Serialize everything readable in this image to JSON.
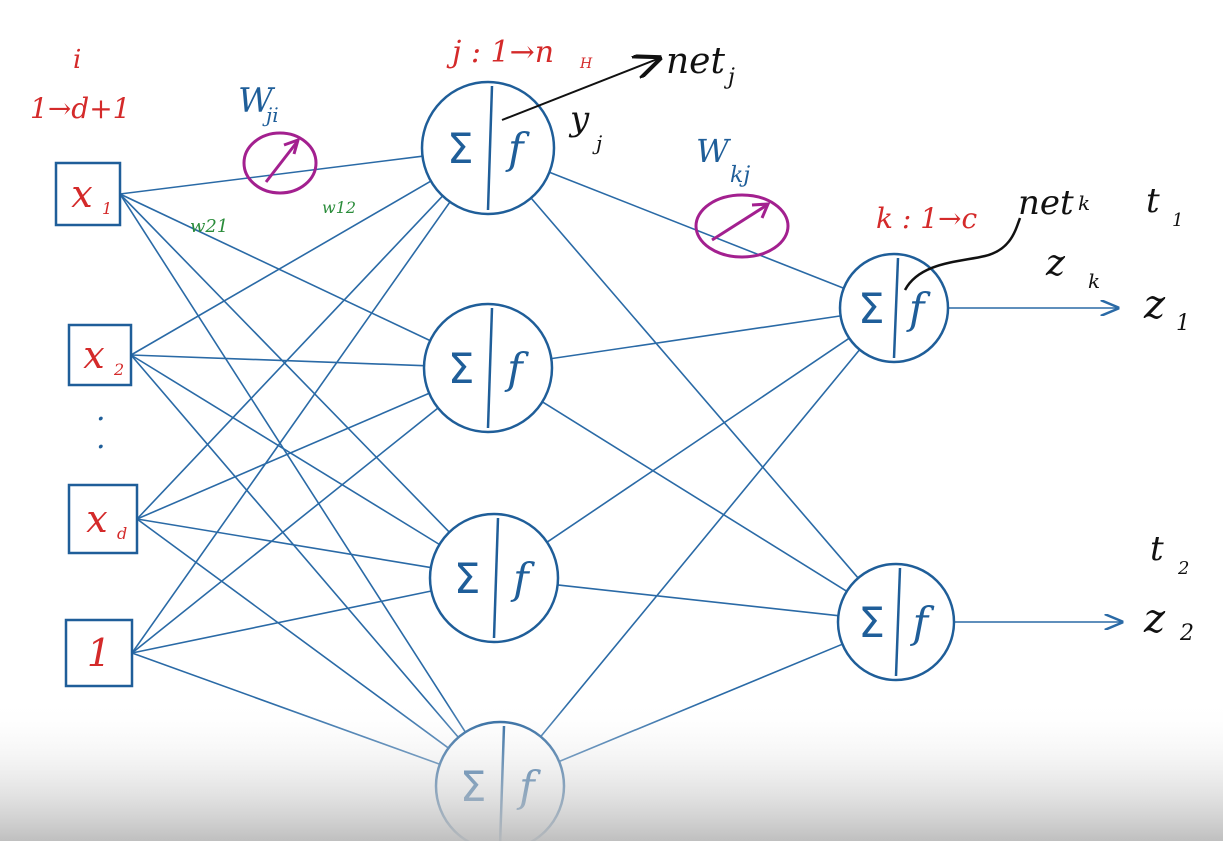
{
  "inputs": [
    {
      "id": "x1",
      "base": "x",
      "sub": "1"
    },
    {
      "id": "x2",
      "base": "x",
      "sub": "2"
    },
    {
      "id": "xd",
      "base": "x",
      "sub": "d"
    },
    {
      "id": "bias",
      "base": "1",
      "sub": ""
    }
  ],
  "input_dots": ".\n.",
  "hidden_count": 4,
  "output_count": 2,
  "neuron_sum": "Σ",
  "neuron_fn": "f",
  "labels": {
    "i": "i",
    "i_range": "1→d+1",
    "j_range": "j : 1→n",
    "j_range_sub": "H",
    "net_j": "net",
    "net_j_sub": "j",
    "y_j": "y",
    "y_j_sub": "j",
    "w_ji": "W",
    "w_ji_sub": "ji",
    "w21": "w21",
    "w12": "w12",
    "w_kj": "W",
    "w_kj_sub": "kj",
    "k_range": "k : 1→c",
    "net_k": "net",
    "net_k_sub": "k",
    "z_k": "z",
    "z_k_sub": "k",
    "t1": "t",
    "t1_sub": "1",
    "z1": "z",
    "z1_sub": "1",
    "t2": "t",
    "t2_sub": "2",
    "z2": "z",
    "z2_sub": "2"
  },
  "colors": {
    "network": "#1f5e99",
    "inputs": "#d42a2a",
    "weight_highlight": "#a3208f",
    "annotation": "#111111",
    "small_weights": "#2a8c3a"
  }
}
